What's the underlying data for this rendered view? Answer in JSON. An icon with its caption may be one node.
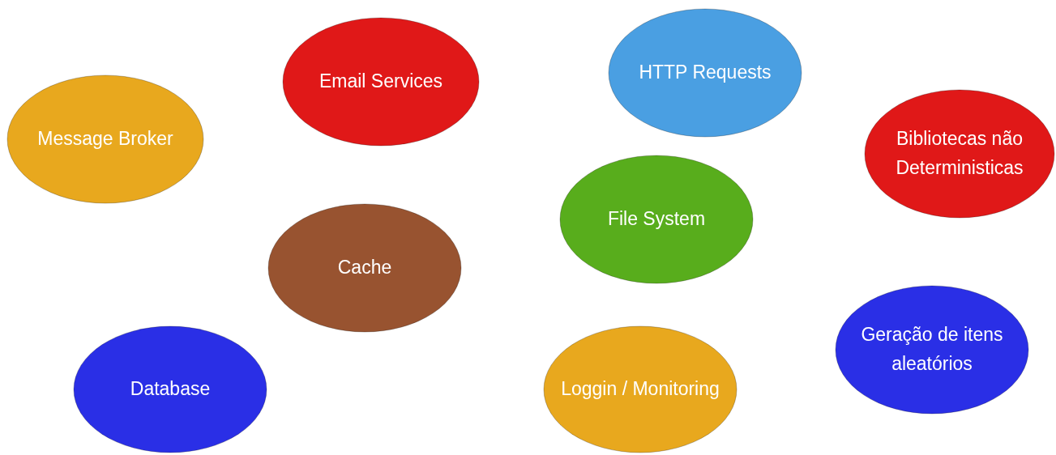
{
  "diagram": {
    "nodes": [
      {
        "text": [
          "Message Broker"
        ]
      },
      {
        "text": [
          "Email Services"
        ]
      },
      {
        "text": [
          "HTTP Requests"
        ]
      },
      {
        "text": [
          "Bibliotecas não Deterministicas"
        ]
      },
      {
        "text": [
          "File System"
        ]
      },
      {
        "text": [
          "Cache"
        ]
      },
      {
        "text": [
          "Database"
        ]
      },
      {
        "text": [
          "Loggin / Monitoring"
        ]
      },
      {
        "text": [
          "Geração de itens aleatórios"
        ]
      }
    ]
  }
}
